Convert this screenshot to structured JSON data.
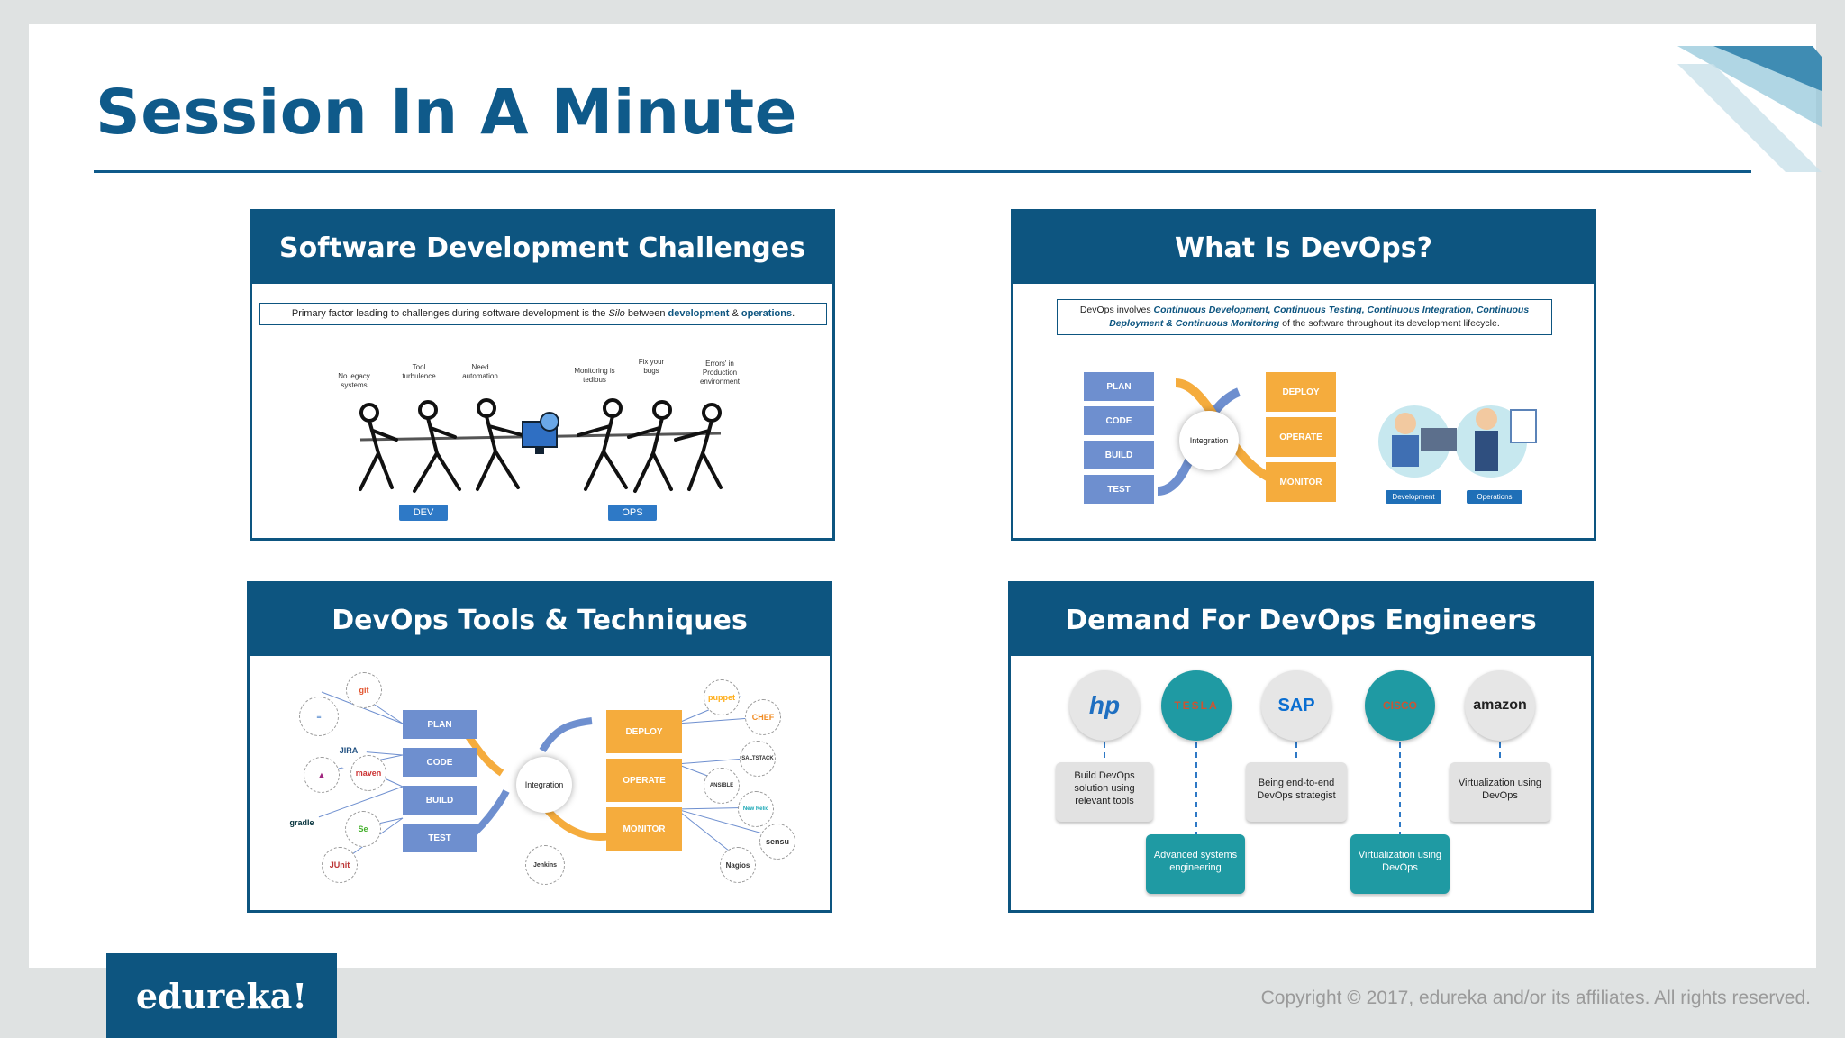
{
  "title": "Session In A Minute",
  "cards": {
    "challenges": {
      "heading": "Software Development Challenges",
      "note_prefix": "Primary factor leading to challenges during software development is the",
      "note_silo": "Silo",
      "note_between": "between",
      "note_dev": "development",
      "note_amp": "&",
      "note_ops": "operations",
      "labels": [
        "No legacy systems",
        "Tool turbulence",
        "Need automation",
        "Monitoring is tedious",
        "Fix your bugs",
        "Errors' in Production environment"
      ],
      "tag_dev": "DEV",
      "tag_ops": "OPS"
    },
    "devops": {
      "heading": "What Is DevOps?",
      "note_lead": "DevOps involves",
      "note_items": "Continuous Development, Continuous Testing, Continuous Integration, Continuous Deployment & Continuous Monitoring",
      "note_tail": "of the software throughout its development lifecycle.",
      "left_stages": [
        "PLAN",
        "CODE",
        "BUILD",
        "TEST"
      ],
      "right_stages": [
        "DEPLOY",
        "OPERATE",
        "MONITOR"
      ],
      "center": "Integration",
      "tag_dev": "Development",
      "tag_ops": "Operations"
    },
    "tools": {
      "heading": "DevOps Tools & Techniques",
      "left_stages": [
        "PLAN",
        "CODE",
        "BUILD",
        "TEST"
      ],
      "right_stages": [
        "DEPLOY",
        "OPERATE",
        "MONITOR"
      ],
      "center": "Integration",
      "left_tools": [
        "git",
        "JIRA",
        "maven",
        "gradle",
        "Se",
        "JUnit"
      ],
      "right_tools": [
        "puppet",
        "CHEF",
        "SALTSTACK",
        "ANSIBLE",
        "New Relic",
        "sensu",
        "Nagios"
      ],
      "bottom_tool": "Jenkins"
    },
    "demand": {
      "heading": "Demand For DevOps Engineers",
      "logos": [
        "hp",
        "TESLA",
        "SAP",
        "CISCO",
        "amazon"
      ],
      "boxes": {
        "hp": "Build DevOps solution using relevant tools",
        "tesla": "Advanced systems engineering",
        "sap": "Being end-to-end DevOps strategist",
        "cisco": "Virtualization using DevOps",
        "amazon": "Virtualization using DevOps"
      }
    }
  },
  "brand": "edureka!",
  "copyright": "Copyright © 2017, edureka and/or its affiliates. All rights reserved.",
  "colors": {
    "primary": "#0d5580",
    "teal": "#1f9aa3",
    "orange": "#f5ac3d",
    "pipe_blue": "#6e8fcf"
  }
}
